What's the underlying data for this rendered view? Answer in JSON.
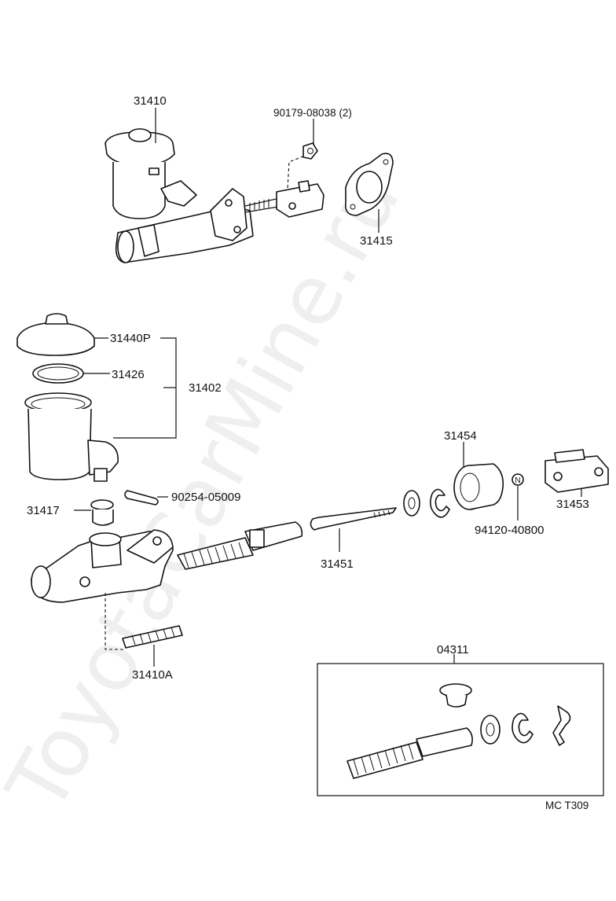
{
  "watermark": "ToyotaCarMine.ru",
  "labels": {
    "p31410": "31410",
    "p90179": "90179-08038 (2)",
    "p31415": "31415",
    "p31440P": "31440P",
    "p31426": "31426",
    "p31402": "31402",
    "p90254": "90254-05009",
    "p31417": "31417",
    "p31454": "31454",
    "p31453": "31453",
    "p94120": "94120-40800",
    "p31451": "31451",
    "p31410A": "31410A",
    "p04311": "04311",
    "n_marker": "N",
    "footer": "MC  T309"
  }
}
